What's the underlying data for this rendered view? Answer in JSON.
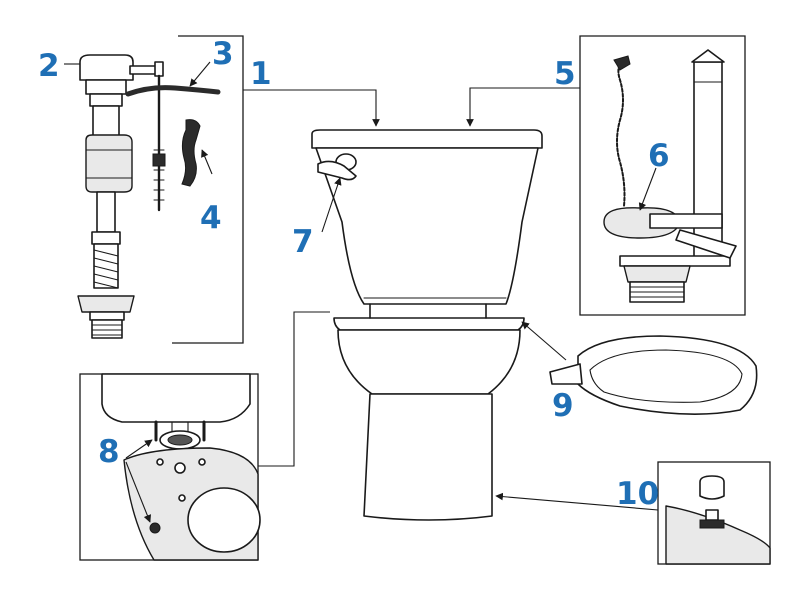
{
  "colors": {
    "label": "#1f6fb5",
    "line": "#1a1a1a",
    "shade": "#e9e9e9"
  },
  "labels": {
    "l1": "1",
    "l2": "2",
    "l3": "3",
    "l4": "4",
    "l5": "5",
    "l6": "6",
    "l7": "7",
    "l8": "8",
    "l9": "9",
    "l10": "10"
  }
}
